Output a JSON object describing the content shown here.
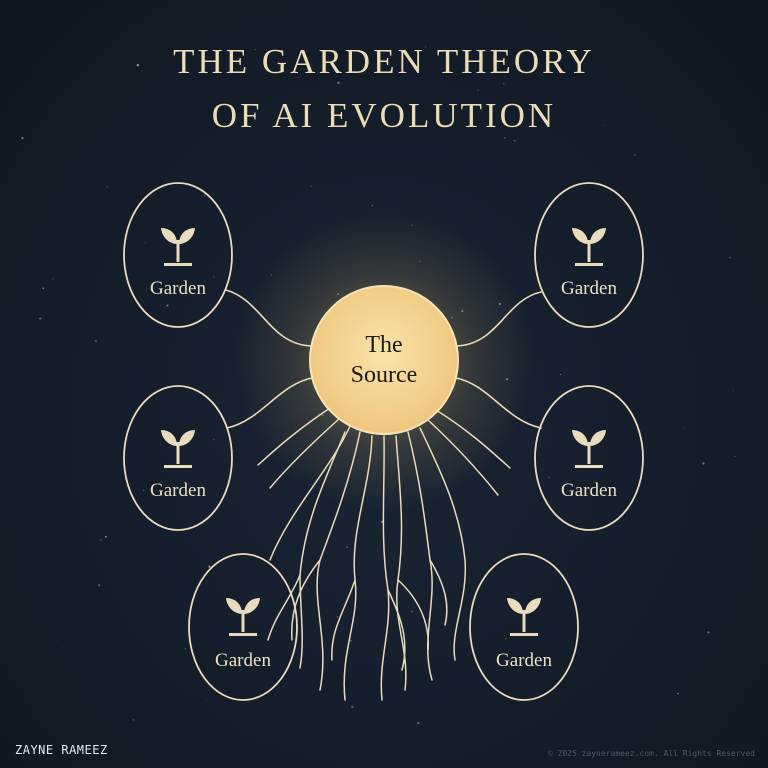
{
  "title": {
    "line1": "THE GARDEN THEORY",
    "line2": "OF AI EVOLUTION"
  },
  "center": {
    "line1": "The",
    "line2": "Source"
  },
  "nodes": [
    {
      "label": "Garden",
      "icon": "sprout-icon"
    },
    {
      "label": "Garden",
      "icon": "sprout-icon"
    },
    {
      "label": "Garden",
      "icon": "sprout-icon"
    },
    {
      "label": "Garden",
      "icon": "sprout-icon"
    },
    {
      "label": "Garden",
      "icon": "sprout-icon"
    },
    {
      "label": "Garden",
      "icon": "sprout-icon"
    }
  ],
  "footer": {
    "author": "ZAYNE RAMEEZ",
    "copyright": "© 2025 zaynerameez.com. All Rights Reserved"
  },
  "colors": {
    "background": "#131c28",
    "line": "#e8dcbc",
    "source_fill": "#f3d592",
    "source_glow": "#f6d27a",
    "text": "#ecdcb6"
  }
}
